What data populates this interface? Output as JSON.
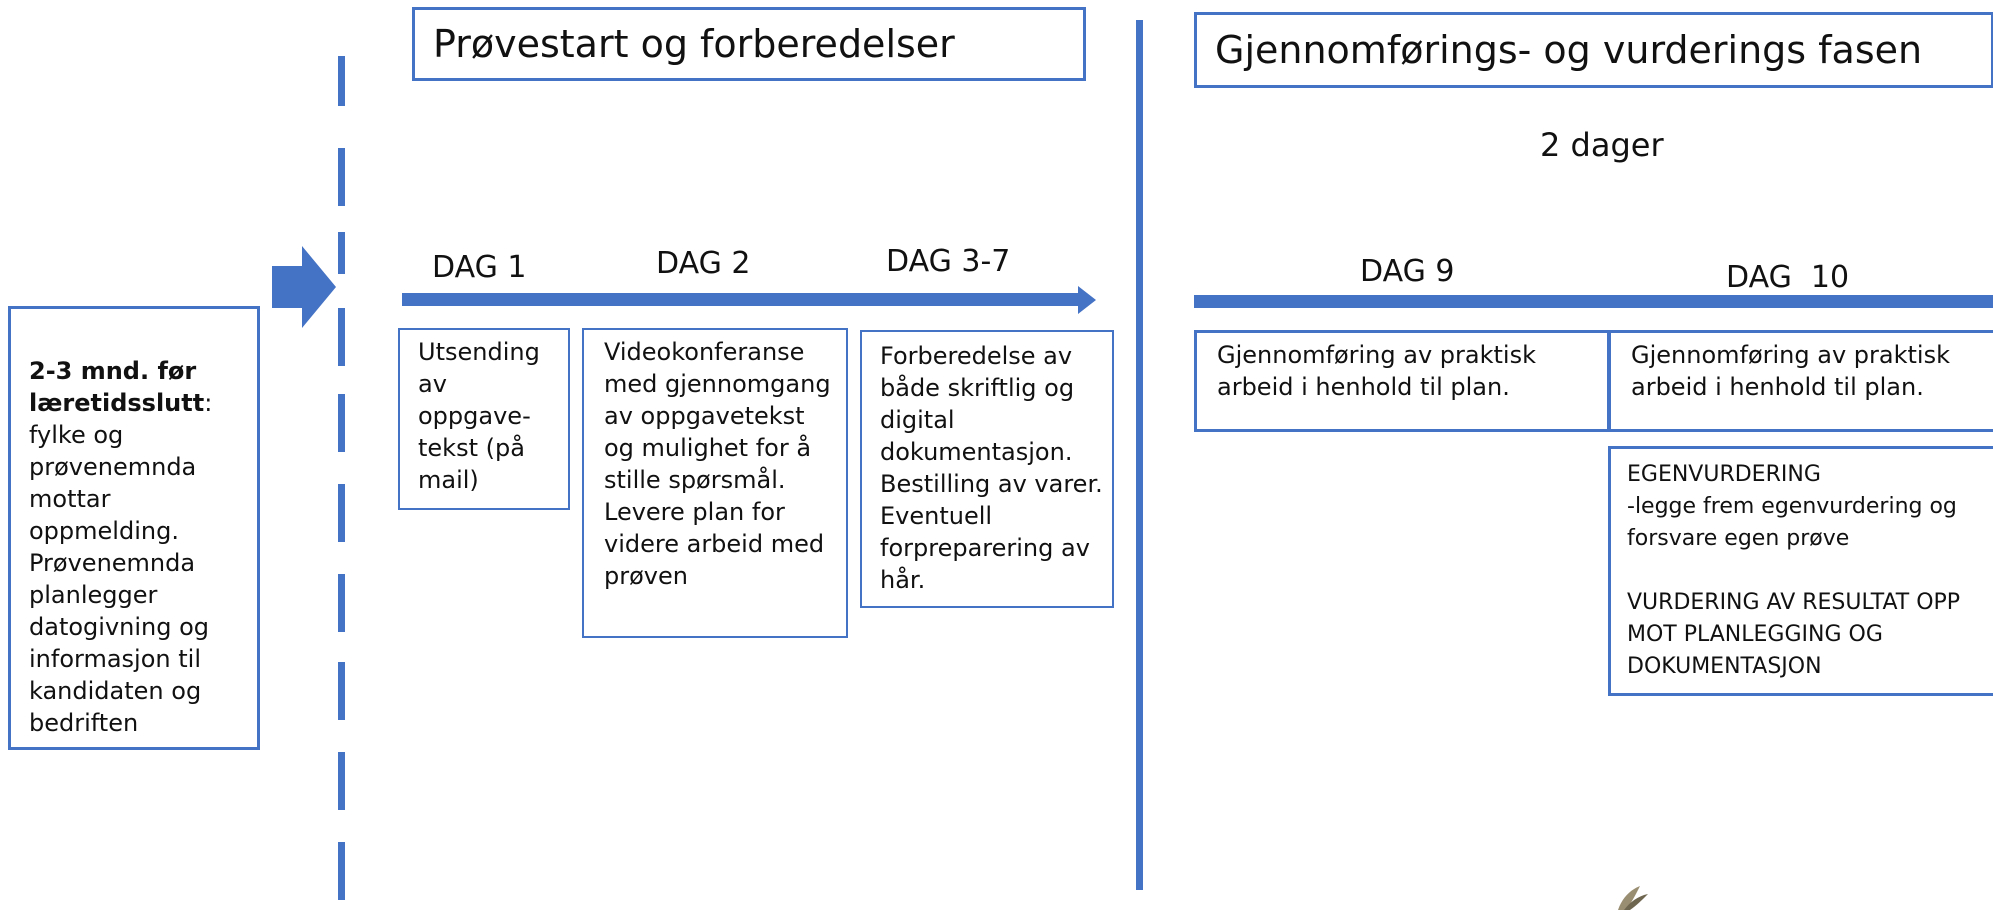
{
  "left_box": {
    "bold": "2-3 mnd. før læretidsslutt",
    "rest": ":\nfylke og prøvenemnda mottar oppmelding. Prøvenemnda planlegger datogivning og informasjon til kandidaten og bedriften"
  },
  "sections": {
    "prep": {
      "title": "Prøvestart og forberedelser"
    },
    "exec": {
      "title": "Gjennomførings- og vurderings fasen",
      "duration": "2 dager"
    }
  },
  "days": {
    "d1": {
      "label": "DAG 1",
      "text": "Utsending av oppgave-tekst (på mail)"
    },
    "d2": {
      "label": "DAG 2",
      "text": "Videokonferanse med gjennomgang av oppgavetekst og mulighet for å stille spørsmål. Levere plan for videre arbeid med prøven"
    },
    "d3": {
      "label": "DAG 3-7",
      "text": "Forberedelse av både skriftlig og digital dokumentasjon. Bestilling av varer. Eventuell forpreparering av hår."
    },
    "d9": {
      "label": "DAG 9",
      "text": "Gjennomføring av praktisk arbeid i henhold til plan."
    },
    "d10": {
      "label": "DAG  10",
      "text": "Gjennomføring av praktisk arbeid i henhold til plan."
    }
  },
  "assessment": {
    "self_title": "EGENVURDERING",
    "self_text": "-legge frem egenvurdering og forsvare egen prøve",
    "result_text": "VURDERING AV RESULTAT OPP MOT PLANLEGGING OG DOKUMENTASJON"
  },
  "colors": {
    "accent": "#4472c4"
  }
}
